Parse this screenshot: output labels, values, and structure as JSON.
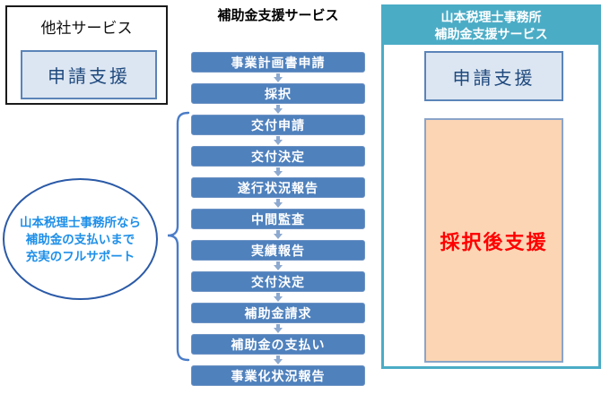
{
  "other_service": {
    "title": "他社サービス",
    "support_label": "申請支援"
  },
  "flow": {
    "title": "補助金支援サービス",
    "steps": [
      "事業計画書申請",
      "採択",
      "交付申請",
      "交付決定",
      "遂行状況報告",
      "中間監査",
      "実績報告",
      "交付決定",
      "補助金請求",
      "補助金の支払い",
      "事業化状況報告"
    ]
  },
  "callout": {
    "lines": [
      "山本税理士事務所なら",
      "補助金の支払いまで",
      "充実のフルサポート"
    ]
  },
  "yamamoto_service": {
    "title_lines": [
      "山本税理士事務所",
      "補助金支援サービス"
    ],
    "support_label": "申請支援",
    "post_adoption_label": "採択後支援"
  },
  "icons": {
    "down_arrow": "arrow-down-icon",
    "brace": "left-curly-brace"
  },
  "colors": {
    "step_blue": "#4F81BD",
    "arrow_blue": "#8DA9CF",
    "teal": "#4BACC6",
    "light_blue_fill": "#DCE6F2",
    "box_border_blue": "#5B84B8",
    "dark_blue_text": "#1F497D",
    "orange_fill": "#FCD5B4",
    "orange_border": "#8AA4C8",
    "red_text": "#FF0000",
    "callout_text_blue": "#1E8FE8",
    "callout_border": "#2B5AA7",
    "brace_blue": "#4A7CC7"
  }
}
